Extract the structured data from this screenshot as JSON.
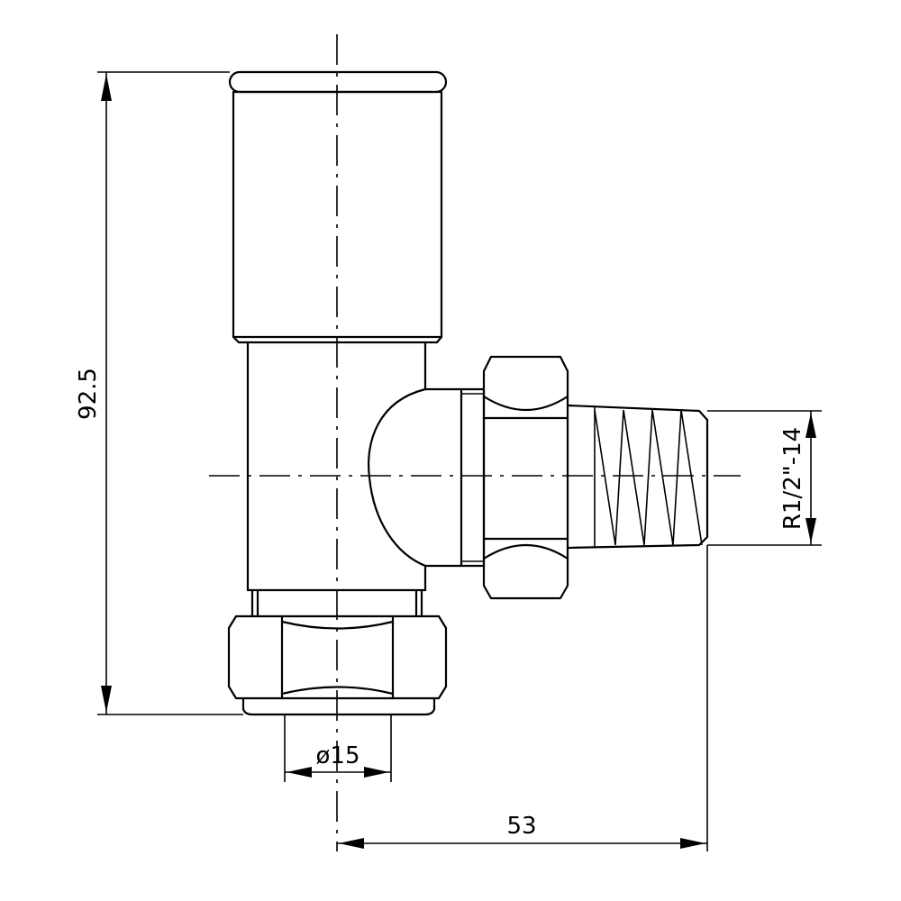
{
  "drawing": {
    "type": "technical drawing of angled radiator valve",
    "colors": {
      "line": "#000000",
      "background": "#ffffff"
    }
  },
  "dimensions": {
    "height": "92.5",
    "pipe_diameter": "ø15",
    "offset": "53",
    "thread": "R1/2\"-14"
  }
}
